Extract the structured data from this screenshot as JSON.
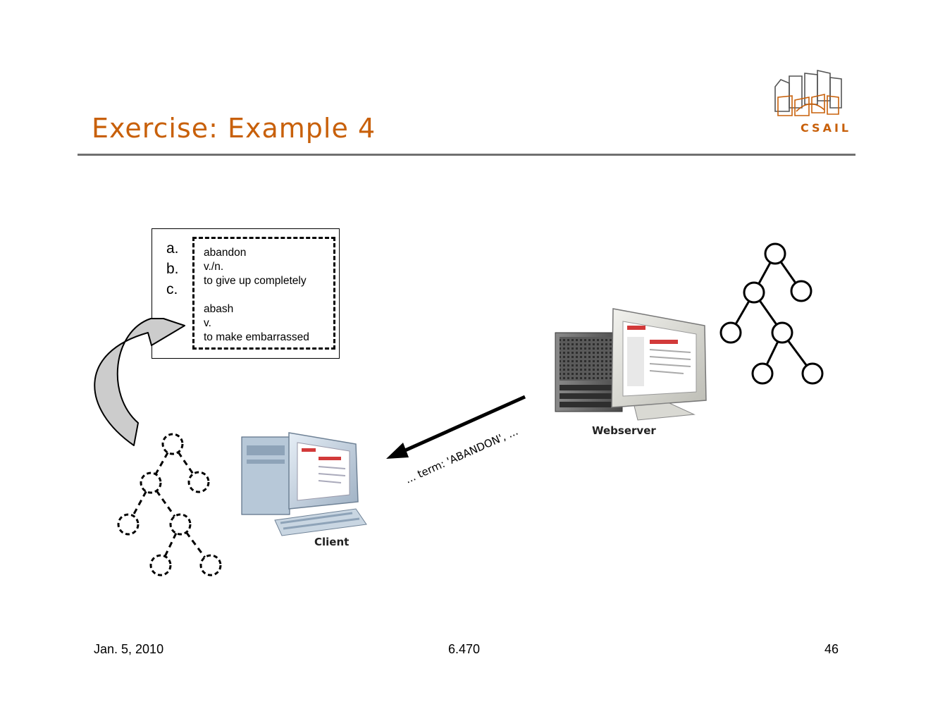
{
  "slide": {
    "title": "Exercise: Example 4",
    "logo_text": "CSAIL",
    "dictionary": {
      "letters": [
        "a.",
        "b.",
        "c."
      ],
      "entries": [
        "abandon",
        "v./n.",
        "to give up completely",
        "",
        "abash",
        "v.",
        "to make embarrassed"
      ]
    },
    "request_label": "... term: 'ABANDON', ...",
    "webserver_label": "Webserver",
    "client_label": "Client",
    "footer": {
      "date": "Jan. 5, 2010",
      "course": "6.470",
      "page": "46"
    }
  },
  "colors": {
    "accent": "#c8600a",
    "rule": "#707070",
    "arrow_fill": "#cccccc"
  }
}
